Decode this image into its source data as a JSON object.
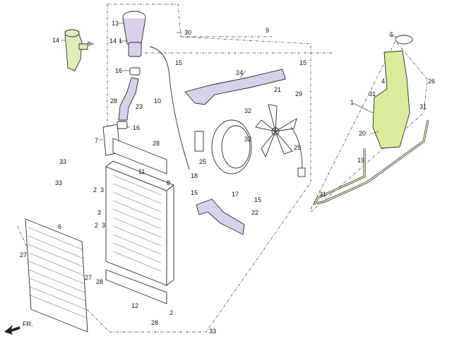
{
  "colors": {
    "hose_fill": "#d9d0ea",
    "highlight_fill": "#ddeeb8",
    "tank_fill": "#d8ec9c",
    "ink": "#2a2a2a",
    "background": "#ffffff"
  },
  "callouts": {
    "c1": "1",
    "c2a": "2",
    "c2b": "2",
    "c2c": "2",
    "c3a": "3",
    "c3b": "3",
    "c3c": "3",
    "c4": "4",
    "c5": "5",
    "c6": "6",
    "c7": "7",
    "c8": "8",
    "c9": "9",
    "c10": "10",
    "c11": "11",
    "c12": "12",
    "c13": "13",
    "c14": "14",
    "c14a": "14",
    "c14b": "1",
    "c15a": "15",
    "c15b": "15",
    "c15c": "15",
    "c15d": "15",
    "c16a": "16",
    "c16b": "16",
    "c17": "17",
    "c18": "18",
    "c19": "19",
    "c20": "20",
    "c21": "21",
    "c22": "22",
    "c23": "23",
    "c24": "24",
    "c25": "25",
    "c26": "26",
    "c27a": "27",
    "c27b": "27",
    "c28a": "28",
    "c28b": "28",
    "c28c": "28",
    "c28d": "28",
    "c29a": "29",
    "c29b": "29",
    "c30": "30",
    "c31a": "31",
    "c31b": "31",
    "c31c": "31",
    "c32a": "32",
    "c32b": "32",
    "c33a": "33",
    "c33b": "33",
    "c33c": "33"
  },
  "front_label": "FR."
}
